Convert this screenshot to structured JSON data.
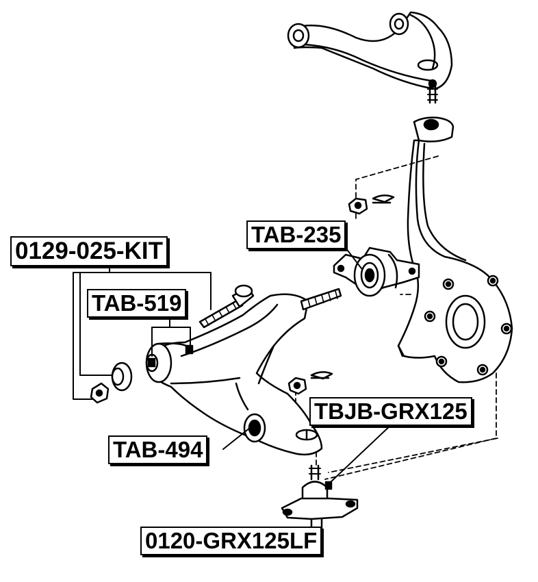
{
  "labels": {
    "kit": "0129-025-KIT",
    "tab235": "TAB-235",
    "tab519": "TAB-519",
    "tab494": "TAB-494",
    "tbjb": "TBJB-GRX125",
    "arm": "0120-GRX125LF"
  },
  "colors": {
    "ink": "#000000",
    "paper": "#ffffff"
  }
}
